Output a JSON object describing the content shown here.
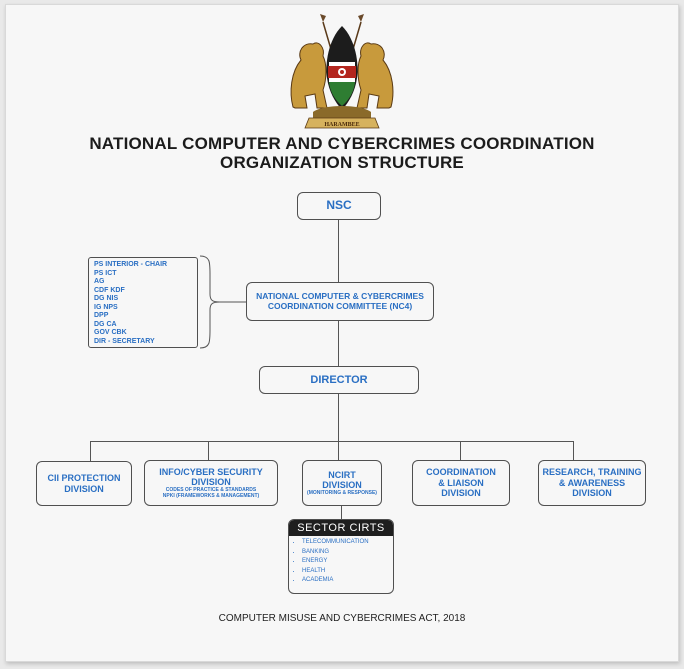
{
  "title_line1": "NATIONAL COMPUTER AND CYBERCRIMES COORDINATION",
  "title_line2": "ORGANIZATION STRUCTURE",
  "emblem_text": "HARAMBEE",
  "nodes": {
    "nsc": "NSC",
    "nc4_line1": "NATIONAL COMPUTER & CYBERCRIMES",
    "nc4_line2": "COORDINATION COMMITTEE (NC4)",
    "director": "DIRECTOR"
  },
  "members": [
    "PS INTERIOR - CHAIR",
    "PS ICT",
    "AG",
    "CDF KDF",
    "DG NIS",
    "IG NPS",
    "DPP",
    "DG CA",
    "GOV CBK",
    "DIR - SECRETARY"
  ],
  "divisions": {
    "cii_line1": "CII PROTECTION",
    "cii_line2": "DIVISION",
    "info_line1": "INFO/CYBER SECURITY",
    "info_line2": "DIVISION",
    "info_sub1": "CODES OF PRACTICE & STANDARDS",
    "info_sub2": "NPKI (FRAMEWORKS & MANAGEMENT)",
    "ncirt_line1": "NCIRT",
    "ncirt_line2": "DIVISION",
    "ncirt_sub": "(MONITORING & RESPONSE)",
    "coord_line1": "COORDINATION",
    "coord_line2": "& LIAISON",
    "coord_line3": "DIVISION",
    "research_line1": "RESEARCH, TRAINING",
    "research_line2": "& AWARENESS",
    "research_line3": "DIVISION"
  },
  "sector_cirts": {
    "title": "SECTOR CIRTS",
    "items": [
      "TELECOMMUNICATION",
      "BANKING",
      "ENERGY",
      "HEALTH",
      "ACADEMIA"
    ]
  },
  "footer": "COMPUTER MISUSE AND CYBERCRIMES ACT, 2018",
  "colors": {
    "box_text": "#2a6fc3",
    "line": "#555555",
    "page_bg": "#f7f7f7"
  }
}
